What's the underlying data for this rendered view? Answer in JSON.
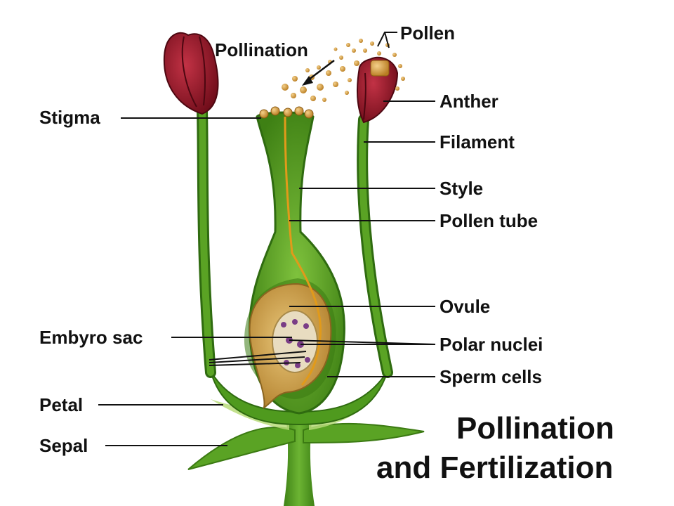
{
  "title": {
    "line1": "Pollination",
    "line2": "and Fertilization"
  },
  "labels": {
    "pollination": "Pollination",
    "pollen": "Pollen",
    "stigma": "Stigma",
    "anther": "Anther",
    "filament": "Filament",
    "style": "Style",
    "pollen_tube": "Pollen tube",
    "ovule": "Ovule",
    "embryo_sac": "Embyro sac",
    "polar_nuclei": "Polar nuclei",
    "sperm_cells": "Sperm cells",
    "petal": "Petal",
    "sepal": "Sepal"
  },
  "colors": {
    "stem_green": "#4f9a1e",
    "dark_green": "#2f6b10",
    "light_green": "#8fcb4a",
    "anther_red": "#8e1424",
    "pollen_gold": "#d9a13c",
    "ovule_tan": "#c89b43",
    "nucleus_purple": "#7a3d86"
  }
}
